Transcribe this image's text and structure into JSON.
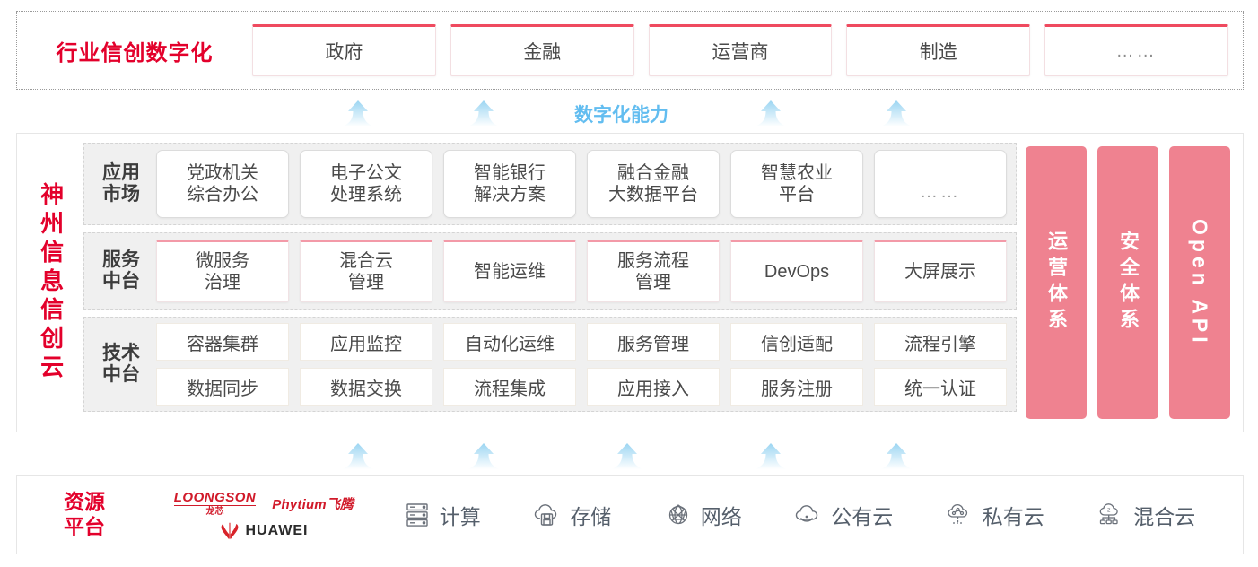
{
  "industry": {
    "title": "行业信创数字化",
    "boxes": [
      {
        "label": "政府"
      },
      {
        "label": "金融"
      },
      {
        "label": "运营商"
      },
      {
        "label": "制造"
      },
      {
        "label": "……"
      }
    ]
  },
  "capability": {
    "label": "数字化能力",
    "color": "#62bdf0",
    "arrow_count_top": 4,
    "arrow_count_bottom": 5
  },
  "cloud": {
    "title": "神州信息信创云",
    "title_color": "#e3002b",
    "layers": [
      {
        "key": "app-market",
        "label": "应用\n市场",
        "label_line1": "应用",
        "label_line2": "市场",
        "tiles": [
          {
            "line1": "党政机关",
            "line2": "综合办公"
          },
          {
            "line1": "电子公文",
            "line2": "处理系统"
          },
          {
            "line1": "智能银行",
            "line2": "解决方案"
          },
          {
            "line1": "融合金融",
            "line2": "大数据平台"
          },
          {
            "line1": "智慧农业",
            "line2": "平台"
          },
          {
            "line1": "……",
            "line2": ""
          }
        ]
      },
      {
        "key": "service-platform",
        "label_line1": "服务",
        "label_line2": "中台",
        "tiles": [
          {
            "line1": "微服务",
            "line2": "治理"
          },
          {
            "line1": "混合云",
            "line2": "管理"
          },
          {
            "line1": "智能运维",
            "line2": ""
          },
          {
            "line1": "服务流程",
            "line2": "管理"
          },
          {
            "line1": "DevOps",
            "line2": ""
          },
          {
            "line1": "大屏展示",
            "line2": ""
          }
        ]
      },
      {
        "key": "tech-platform",
        "label_line1": "技术",
        "label_line2": "中台",
        "row1": [
          "容器集群",
          "应用监控",
          "自动化运维",
          "服务管理",
          "信创适配",
          "流程引擎"
        ],
        "row2": [
          "数据同步",
          "数据交换",
          "流程集成",
          "应用接入",
          "服务注册",
          "统一认证"
        ]
      }
    ],
    "pillars": [
      {
        "label": "运营体系",
        "orientation": "upright",
        "color": "#ef8290"
      },
      {
        "label": "安全体系",
        "orientation": "upright",
        "color": "#ef8290"
      },
      {
        "label": "Open API",
        "orientation": "rotated",
        "color": "#ef8290"
      }
    ]
  },
  "resource": {
    "title_line1": "资源",
    "title_line2": "平台",
    "title_color": "#e3002b",
    "logos": [
      {
        "name": "loongson",
        "en": "LOONGSON",
        "cn": "龙芯"
      },
      {
        "name": "phytium",
        "text": "Phytium飞腾"
      },
      {
        "name": "huawei",
        "text": "HUAWEI"
      }
    ],
    "items": [
      {
        "icon": "server-icon",
        "label": "计算"
      },
      {
        "icon": "cloud-storage-icon",
        "label": "存储"
      },
      {
        "icon": "network-icon",
        "label": "网络"
      },
      {
        "icon": "public-cloud-icon",
        "label": "公有云"
      },
      {
        "icon": "private-cloud-icon",
        "label": "私有云"
      },
      {
        "icon": "hybrid-cloud-icon",
        "label": "混合云"
      }
    ]
  }
}
